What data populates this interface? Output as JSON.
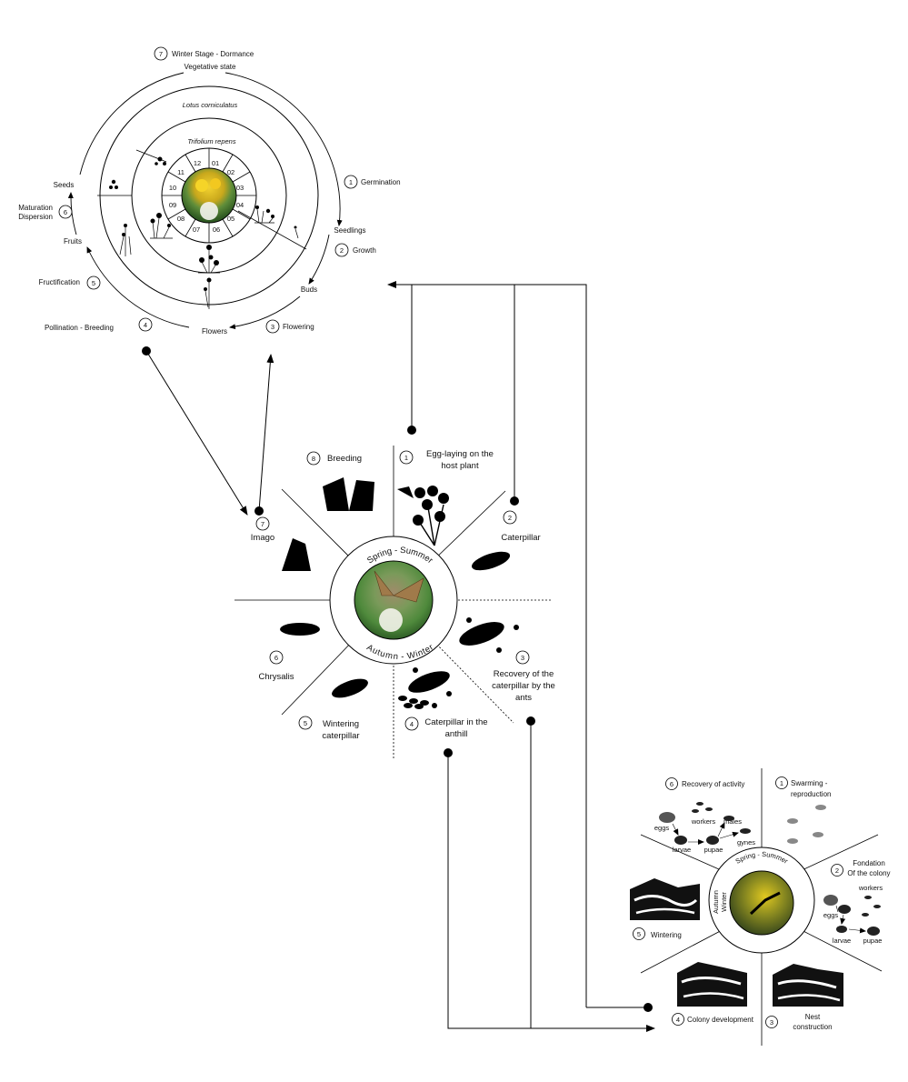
{
  "plant": {
    "stages": [
      {
        "n": "1",
        "label": "Germination"
      },
      {
        "n": "2",
        "label": "Growth"
      },
      {
        "n": "3",
        "label": "Flowering"
      },
      {
        "n": "4",
        "label": "Pollination - Breeding"
      },
      {
        "n": "5",
        "label": "Fructification"
      },
      {
        "n": "6",
        "label_line1": "Maturation",
        "label_line2": "Dispersion"
      },
      {
        "n": "7",
        "label": "Winter Stage - Dormance"
      }
    ],
    "states": [
      "Vegetative state",
      "Seedlings",
      "Buds",
      "Flowers",
      "Fruits",
      "Seeds"
    ],
    "species_outer": "Lotus corniculatus",
    "species_inner": "Trifolium repens",
    "months": [
      "01",
      "02",
      "03",
      "04",
      "05",
      "06",
      "07",
      "08",
      "09",
      "10",
      "11",
      "12"
    ]
  },
  "butterfly": {
    "center_top": "Spring - Summer",
    "center_bottom": "Autumn - Winter",
    "stages": [
      {
        "n": "1",
        "line1": "Egg-laying on the",
        "line2": "host plant"
      },
      {
        "n": "2",
        "line1": "Caterpillar"
      },
      {
        "n": "3",
        "line1": "Recovery of the",
        "line2": "caterpillar by the",
        "line3": "ants"
      },
      {
        "n": "4",
        "line1": "Caterpillar in the",
        "line2": "anthill"
      },
      {
        "n": "5",
        "line1": "Wintering",
        "line2": "caterpillar"
      },
      {
        "n": "6",
        "line1": "Chrysalis"
      },
      {
        "n": "7",
        "line1": "Imago"
      },
      {
        "n": "8",
        "line1": "Breeding"
      }
    ]
  },
  "ants": {
    "center_top": "Spring - Summer",
    "center_left_line1": "Autumn",
    "center_left_line2": "Winter",
    "stages": [
      {
        "n": "1",
        "line1": "Swarming -",
        "line2": "reproduction"
      },
      {
        "n": "2",
        "line1": "Fondation",
        "line2": "Of the colony"
      },
      {
        "n": "3",
        "line1": "Nest",
        "line2": "construction"
      },
      {
        "n": "4",
        "line1": "Colony development"
      },
      {
        "n": "5",
        "line1": "Wintering"
      },
      {
        "n": "6",
        "line1": "Recovery of activity"
      }
    ],
    "caste_labels": {
      "eggs": "eggs",
      "workers": "workers",
      "males": "males",
      "larvae": "larvae",
      "pupae": "pupae",
      "gynes": "gynes"
    }
  }
}
